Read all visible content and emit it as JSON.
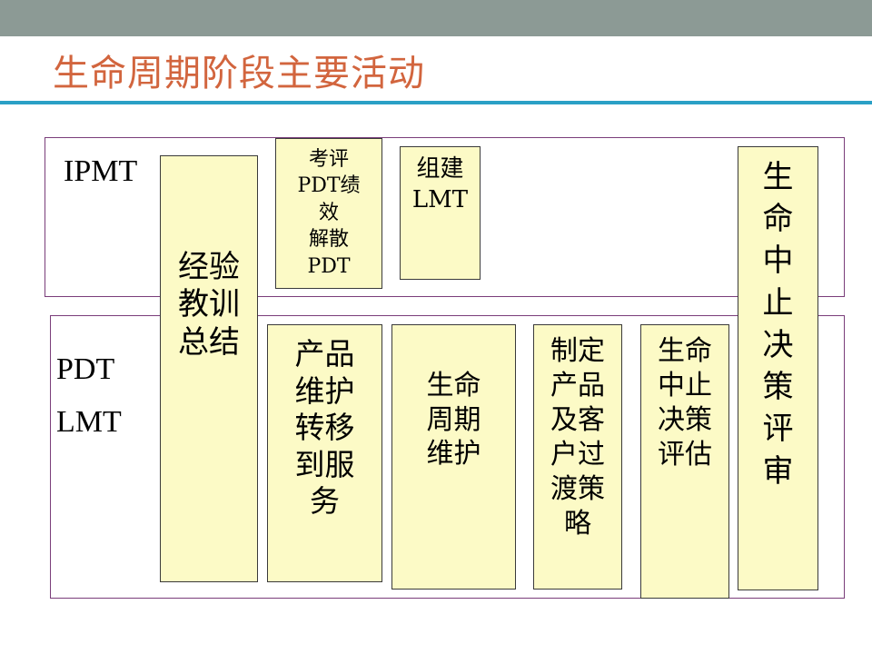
{
  "title": "生命周期阶段主要活动",
  "bands": {
    "ipmt": "IPMT",
    "pdt_lmt": "PDT\nLMT"
  },
  "boxes": {
    "lessons": "经验\n教训\n总结",
    "evaluate_pdt": "考评\nPDT绩\n效\n解散\nPDT",
    "form_lmt": "组建\nLMT",
    "transfer": "产品\n维护\n转移\n到服\n务",
    "lifecycle_maint": "生命\n周期\n维护",
    "transition_strategy": "制定\n产品\n及客\n户过\n渡策\n略",
    "termination_eval": "生命\n中止\n决策\n评估",
    "termination_review": "生\n命\n中\n止\n决\n策\n评\n审"
  },
  "colors": {
    "box_fill": "#fcfac6",
    "band_border": "#7a3d7a",
    "title": "#d2653e",
    "rule": "#2aa0c6",
    "topbar": "#8c9a95"
  }
}
